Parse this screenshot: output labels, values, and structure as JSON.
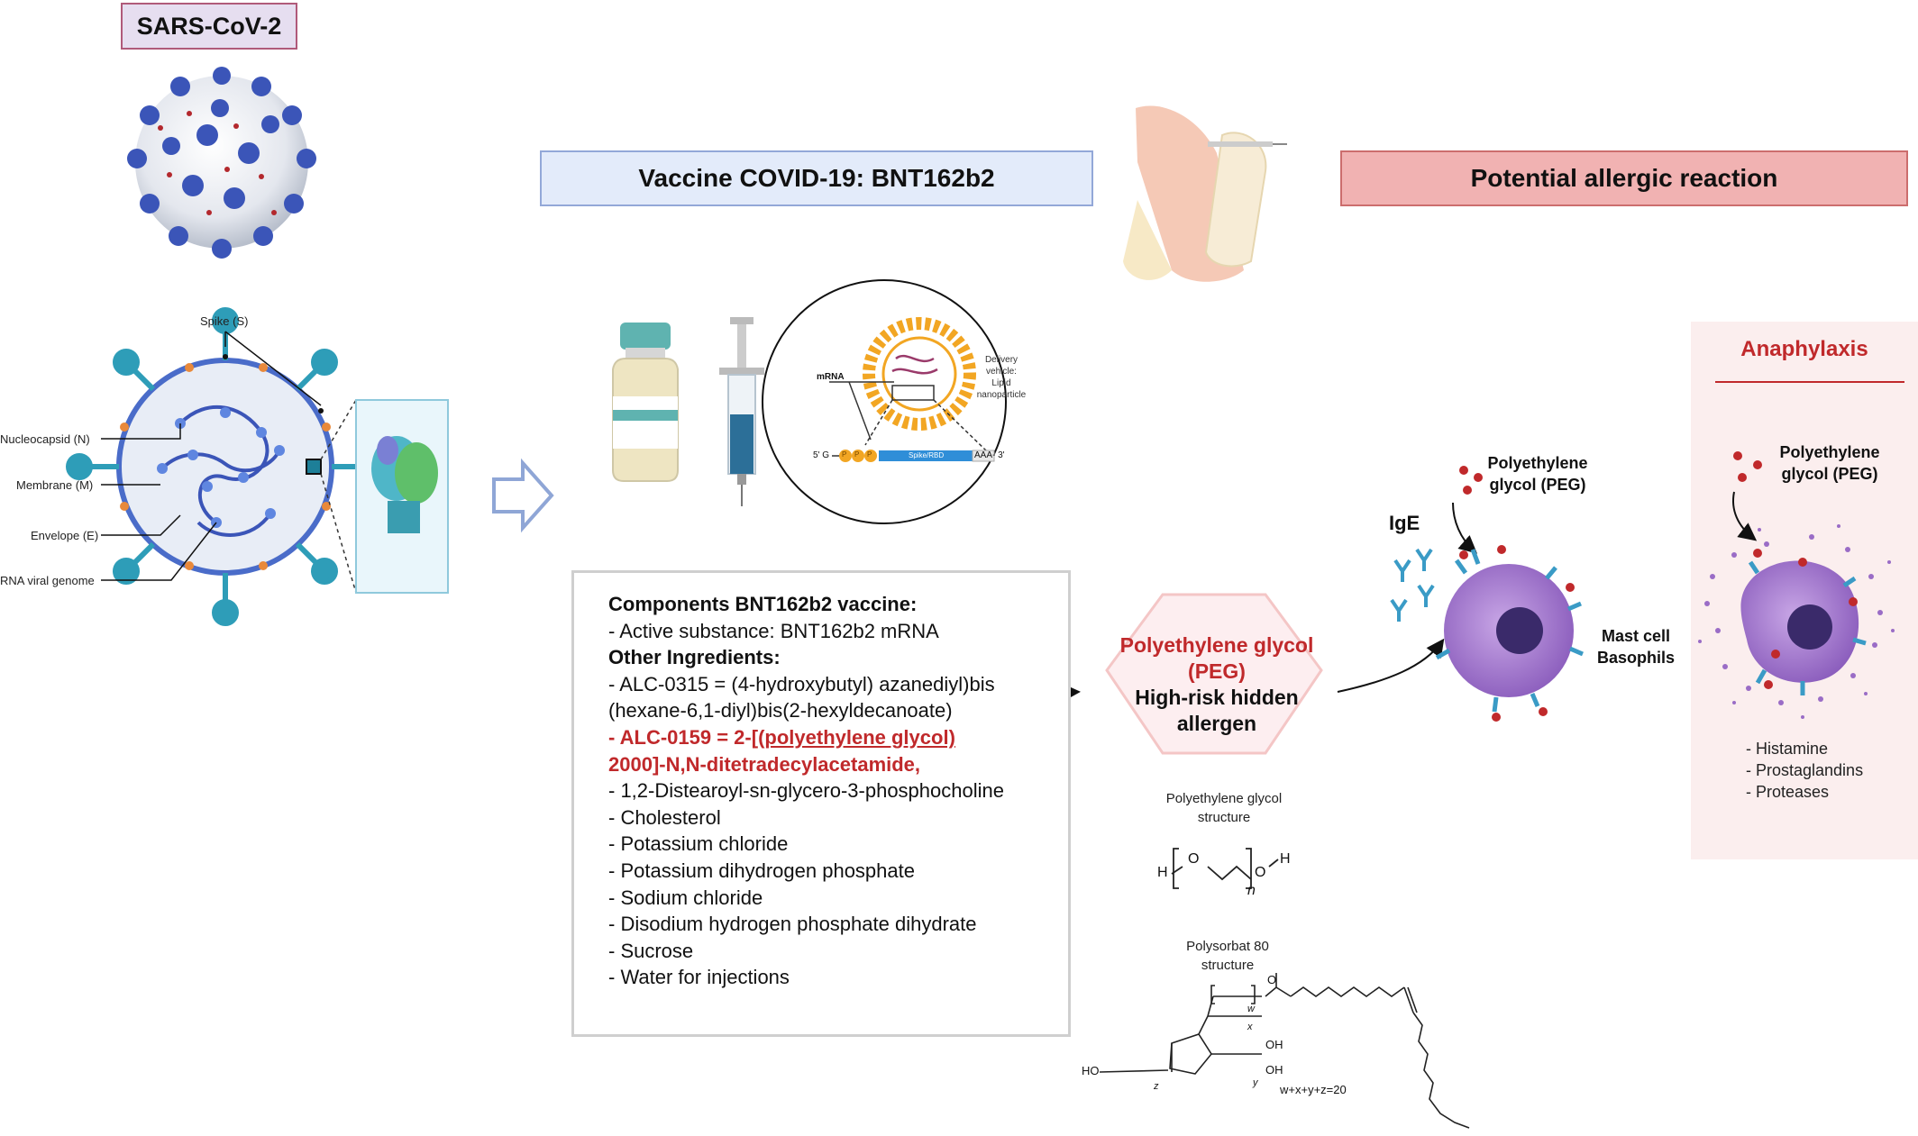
{
  "titles": {
    "sars": "SARS-CoV-2",
    "vaccine": "Vaccine COVID-19: BNT162b2",
    "allergy": "Potential allergic reaction"
  },
  "virus_labels": {
    "spike": "Spike (S)",
    "nucleocapsid": "Nucleocapsid (N)",
    "membrane": "Membrane (M)",
    "envelope": "Envelope (E)",
    "genome": "RNA viral genome"
  },
  "nanoparticle": {
    "mrna": "mRNA",
    "delivery_1": "Delivery",
    "delivery_2": "vehicle:",
    "delivery_3": "Lipid",
    "delivery_4": "nanoparticle",
    "five_prime": "5' G",
    "cap_p": "P",
    "spike_rbd": "Spike/RBD",
    "poly_a": "AAA- 3'"
  },
  "components": {
    "heading": "Components BNT162b2 vaccine:",
    "active": "- Active substance: BNT162b2 mRNA",
    "other_heading": "Other Ingredients:",
    "alc0315_a": "- ALC-0315 = (4-hydroxybutyl) azanediyl)bis",
    "alc0315_b": "(hexane-6,1-diyl)bis(2-hexyldecanoate)",
    "alc0159_prefix": "- ALC-0159 = 2-",
    "alc0159_underlined": "[(polyethylene glycol)",
    "alc0159_b": "2000]-N,N-ditetradecylacetamide,",
    "items": [
      "- 1,2-Distearoyl-sn-glycero-3-phosphocholine",
      "- Cholesterol",
      "- Potassium chloride",
      "- Potassium dihydrogen phosphate",
      "- Sodium chloride",
      "- Disodium hydrogen phosphate dihydrate",
      "- Sucrose",
      "- Water for injections"
    ]
  },
  "peg_hex": {
    "line1": "Polyethylene glycol",
    "line2": "(PEG)",
    "line3": "High-risk hidden",
    "line4": "allergen"
  },
  "structures": {
    "peg_label_1": "Polyethylene glycol",
    "peg_label_2": "structure",
    "peg_h_left": "H",
    "peg_o1": "O",
    "peg_o2": "O",
    "peg_h_right": "H",
    "peg_n": "n",
    "ps80_label_1": "Polysorbat 80",
    "ps80_label_2": "structure",
    "ps80_formula": "w+x+y+z=20",
    "ps80_ho": "HO",
    "ps80_oh1": "OH",
    "ps80_oh2": "OH",
    "ps80_o": "O",
    "ps80_w": "w",
    "ps80_x": "x",
    "ps80_y": "y",
    "ps80_z": "z"
  },
  "allergy": {
    "ige": "IgE",
    "peg_1": "Polyethylene",
    "peg_2": "glycol (PEG)",
    "mast_1": "Mast cell",
    "mast_2": "Basophils",
    "anaphylaxis": "Anaphylaxis",
    "ana_peg_1": "Polyethylene",
    "ana_peg_2": "glycol (PEG)",
    "mediators": [
      "- Histamine",
      "- Prostaglandins",
      "- Proteases"
    ]
  },
  "colors": {
    "accent_red": "#c0292b",
    "virus_blue": "#3b55b8",
    "spike_teal": "#2e9db8",
    "lipid_orange": "#f2a623",
    "cell_purple": "#9a6cc6"
  }
}
